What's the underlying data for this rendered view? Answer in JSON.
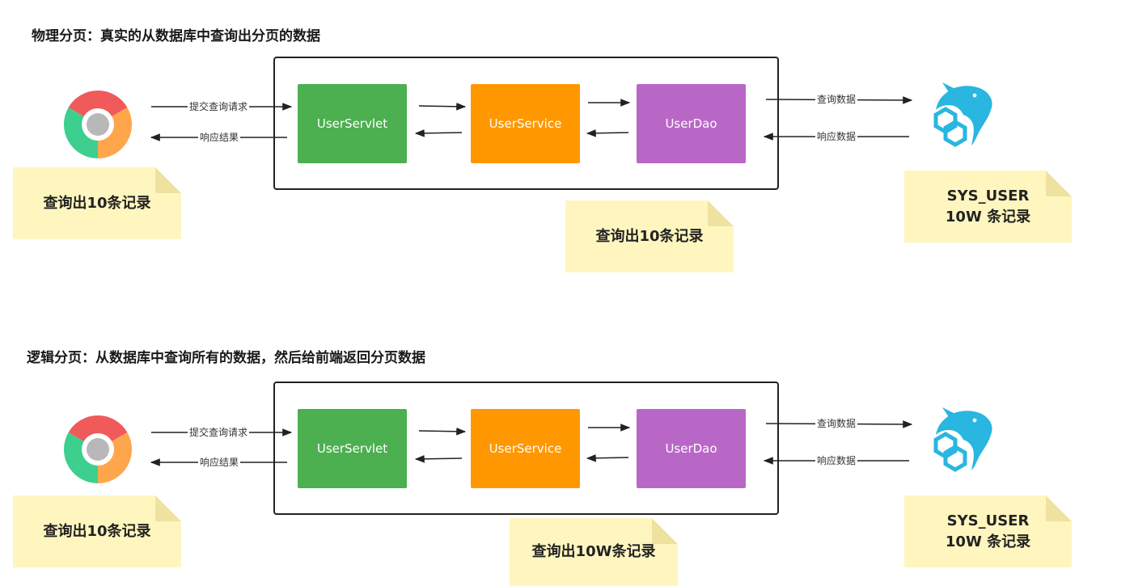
{
  "colors": {
    "servlet": "#4caf50",
    "service": "#ff9800",
    "dao": "#b967c7",
    "note": "#fff6bf",
    "dolphin": "#29b6e0"
  },
  "icons": {
    "browser": "chrome-icon",
    "database": "mysql-dolphin-icon"
  },
  "sections": [
    {
      "title": "物理分页：真实的从数据库中查询出分页的数据",
      "servlet": "UserServlet",
      "service": "UserService",
      "dao": "UserDao",
      "request_label": "提交查询请求",
      "response_label": "响应结果",
      "query_label": "查询数据",
      "db_response_label": "响应数据",
      "browser_note": "查询出10条记录",
      "middle_note": "查询出10条记录",
      "db_note": "SYS_USER\n10W 条记录"
    },
    {
      "title": "逻辑分页：从数据库中查询所有的数据，然后给前端返回分页数据",
      "servlet": "UserServlet",
      "service": "UserService",
      "dao": "UserDao",
      "request_label": "提交查询请求",
      "response_label": "响应结果",
      "query_label": "查询数据",
      "db_response_label": "响应数据",
      "browser_note": "查询出10条记录",
      "middle_note": "查询出10W条记录",
      "db_note": "SYS_USER\n10W 条记录"
    }
  ]
}
